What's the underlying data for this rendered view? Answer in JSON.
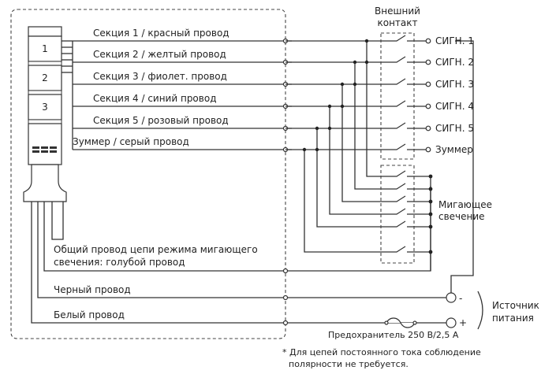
{
  "tower": {
    "tier_labels": [
      "1",
      "2",
      "3"
    ]
  },
  "wires": {
    "section1": "Секция 1 / красный провод",
    "section2": "Секция 2 / желтый провод",
    "section3": "Секция 3 / фиолет. провод",
    "section4": "Секция 4 / синий провод",
    "section5": "Секция 5 / розовый провод",
    "buzzer": "Зуммер / серый провод",
    "common_line1": "Общий провод цепи режима мигающего",
    "common_line2": "свечения: голубой провод",
    "black": "Черный провод",
    "white": "Белый провод"
  },
  "external_contact": {
    "line1": "Внешний",
    "line2": "контакт"
  },
  "signals": [
    "СИГН. 1",
    "СИГН. 2",
    "СИГН. 3",
    "СИГН. 4",
    "СИГН. 5",
    "Зуммер"
  ],
  "flashing": {
    "line1": "Мигающее",
    "line2": "свечение"
  },
  "power": {
    "line1": "Источник",
    "line2": "питания",
    "minus": "-",
    "plus": "+",
    "fuse": "Предохранитель 250 В/2,5 А"
  },
  "note": {
    "line1": "* Для цепей постоянного тока соблюдение",
    "line2": "полярности не требуется."
  }
}
